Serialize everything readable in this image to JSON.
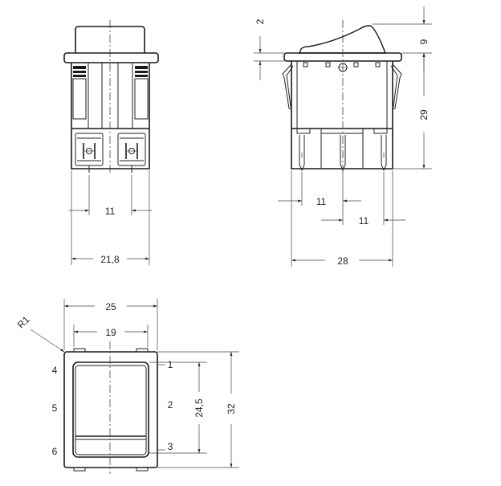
{
  "colors": {
    "line": "#222222",
    "background": "#ffffff"
  },
  "front_view": {
    "terminal_spacing": "11",
    "overall_width": "21,8"
  },
  "side_view": {
    "dim_top_offset": "2",
    "dim_actuator_height": "9",
    "dim_body_height": "29",
    "terminal_spacing_left": "11",
    "terminal_spacing_right": "11",
    "overall_width": "28"
  },
  "panel_view": {
    "corner_radius": "R1",
    "outer_width": "25",
    "inner_width": "19",
    "inner_height": "24,5",
    "outer_height": "32",
    "left_terminals": [
      "4",
      "5",
      "6"
    ],
    "right_terminals": [
      "1",
      "2",
      "3"
    ]
  }
}
